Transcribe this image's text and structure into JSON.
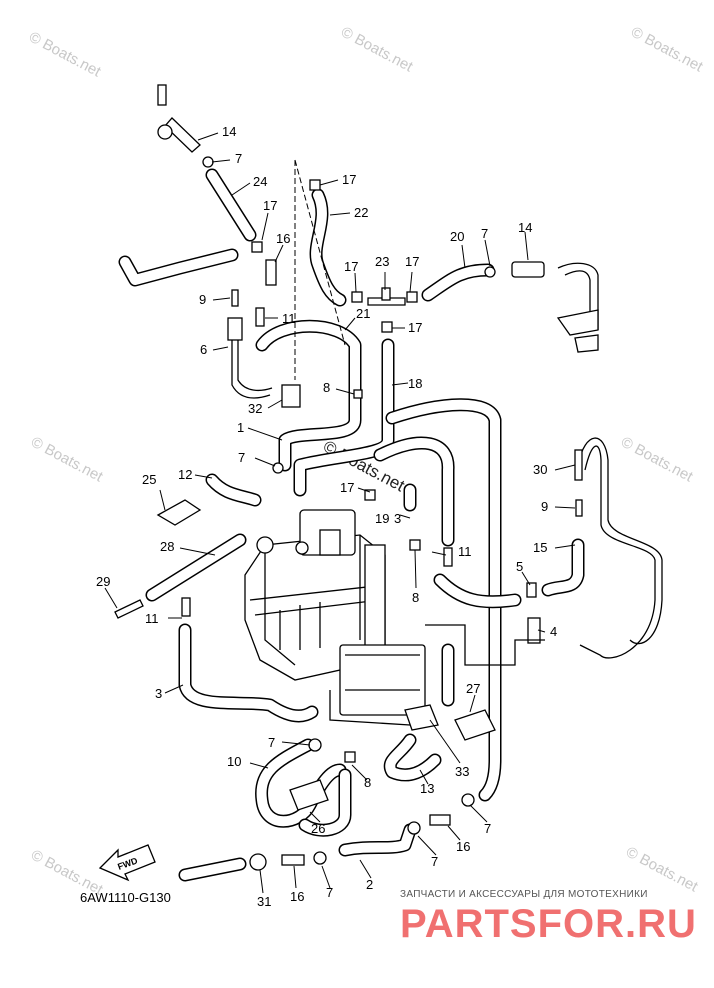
{
  "diagram": {
    "code": "6AW1110-G130",
    "fwd_label": "FWD",
    "watermark": "© Boats.net",
    "banner_subtitle": "ЗАПЧАСТИ И АКСЕССУАРЫ ДЛЯ МОТОТЕХНИКИ",
    "banner_logo": "PARTSFOR.RU",
    "callouts": [
      "14",
      "7",
      "24",
      "17",
      "22",
      "17",
      "16",
      "20",
      "7",
      "14",
      "17",
      "23",
      "17",
      "9",
      "11",
      "21",
      "6",
      "17",
      "8",
      "18",
      "32",
      "1",
      "7",
      "30",
      "12",
      "25",
      "17",
      "3",
      "19",
      "9",
      "15",
      "28",
      "11",
      "5",
      "29",
      "11",
      "8",
      "4",
      "27",
      "3",
      "7",
      "33",
      "10",
      "8",
      "13",
      "7",
      "26",
      "16",
      "7",
      "2",
      "31",
      "16",
      "7"
    ]
  }
}
